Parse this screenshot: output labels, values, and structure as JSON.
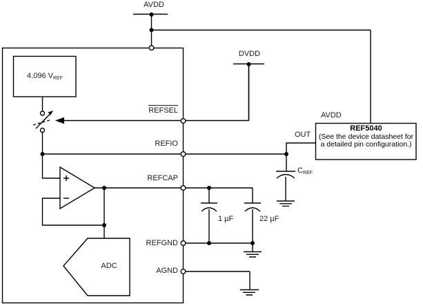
{
  "diagram": {
    "title_implicit": "ADC external reference connection with REF5040",
    "supplies": {
      "avdd_top": "AVDD",
      "dvdd": "DVDD",
      "avdd_ref": "AVDD"
    },
    "adc_block": {
      "vref_value": "4.096 V",
      "vref_sub": "REF",
      "adc_label": "ADC",
      "pins": {
        "refsel": "REFSEL",
        "refio": "REFIO",
        "refcap": "REFCAP",
        "refgnd": "REFGND",
        "agnd": "AGND"
      }
    },
    "ref5040": {
      "title": "REF5040",
      "note_line1": "(See the device datasheet for",
      "note_line2": "a detailed pin configuration.)",
      "out_pin": "OUT"
    },
    "capacitors": {
      "c1": "1 µF",
      "c2": "22 µF",
      "cref_main": "C",
      "cref_sub": "REF"
    },
    "colors": {
      "line": "#000000",
      "background": "#ffffff"
    }
  }
}
